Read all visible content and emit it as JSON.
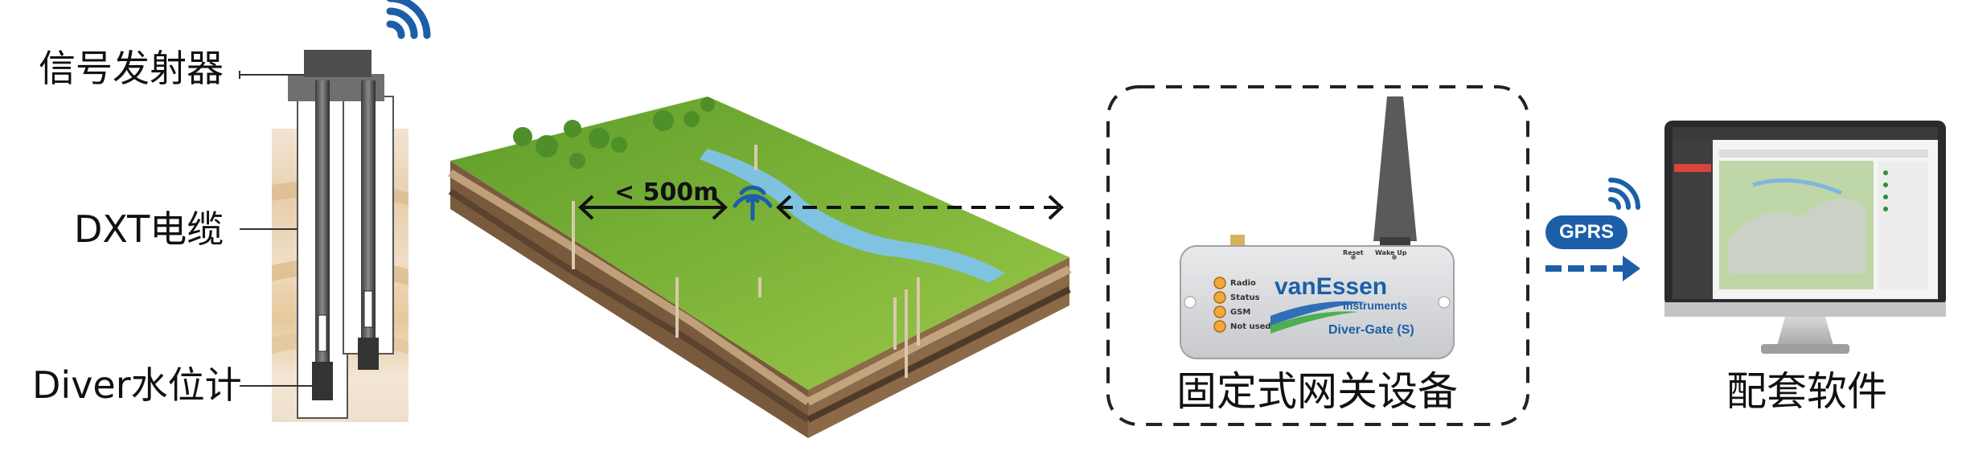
{
  "borehole": {
    "labels": {
      "transmitter": "信号发射器",
      "cable": "DXT电缆",
      "diver": "Diver水位计"
    }
  },
  "landscape": {
    "distance_label": "< 500m"
  },
  "gateway": {
    "caption": "固定式网关设备",
    "device": {
      "brand": "vanEssen",
      "brand_sub": "Instruments",
      "model": "Diver-Gate (S)",
      "leds": [
        "Radio",
        "Status",
        "GSM",
        "Not used"
      ],
      "top_labels": [
        "Reset",
        "Wake Up"
      ]
    }
  },
  "software": {
    "caption": "配套软件",
    "link_label": "GPRS"
  },
  "colors": {
    "accent_blue": "#1c5fa8",
    "grass": "#7fb236",
    "water": "#7fc3ea",
    "dashed_frame": "#222222"
  }
}
